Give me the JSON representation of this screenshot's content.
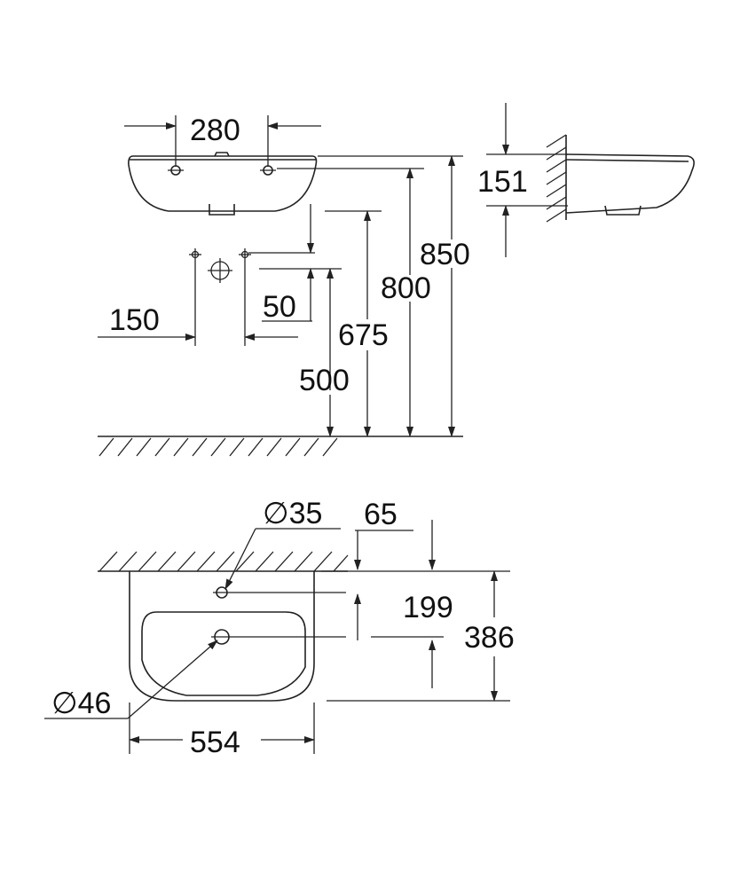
{
  "dimensions": {
    "hole_spacing": "280",
    "basin_thickness": "151",
    "top_height": "850",
    "rim_height": "800",
    "outlet_height": "675",
    "supply_height": "500",
    "supply_offset": "50",
    "supply_spacing": "150",
    "tap_hole_diameter": "35",
    "tap_hole_setback": "65",
    "tap_to_waste": "199",
    "depth": "386",
    "waste_diameter": "46",
    "width": "554"
  },
  "diameter_symbol": "∅"
}
